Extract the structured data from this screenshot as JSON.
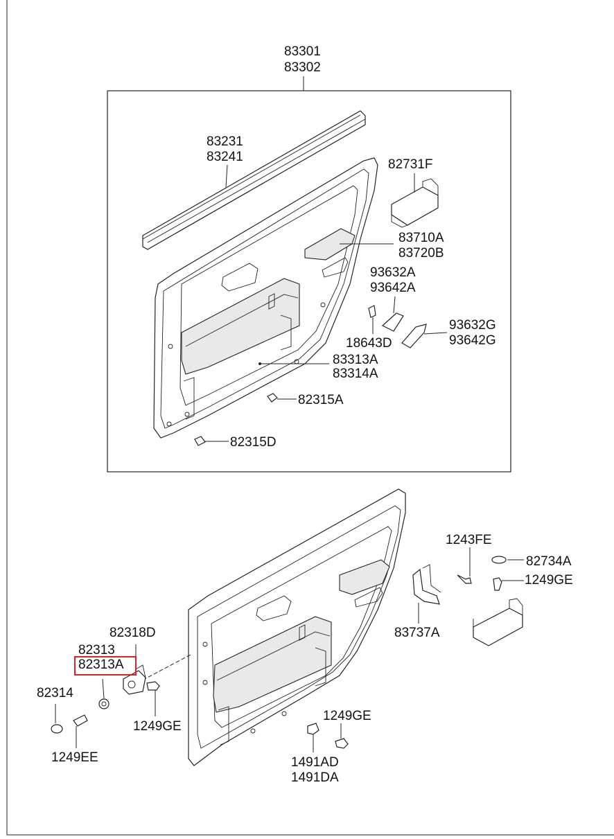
{
  "labels": {
    "l83301": "83301",
    "l83302": "83302",
    "l83231": "83231",
    "l83241": "83241",
    "l82731F": "82731F",
    "l83710A": "83710A",
    "l83720B": "83720B",
    "l93632A": "93632A",
    "l93642A": "93642A",
    "l93632G": "93632G",
    "l93642G": "93642G",
    "l18643D": "18643D",
    "l83313A": "83313A",
    "l83314A": "83314A",
    "l82315A": "82315A",
    "l82315D": "82315D",
    "l1243FE": "1243FE",
    "l82734A": "82734A",
    "l1249GE_a": "1249GE",
    "l83737A": "83737A",
    "l82318D": "82318D",
    "l82313": "82313",
    "l82313A_hl": "82313A",
    "l82314": "82314",
    "l1249GE_b": "1249GE",
    "l1249EE": "1249EE",
    "l1249GE_c": "1249GE",
    "l1491AD": "1491AD",
    "l1491DA": "1491DA"
  },
  "highlight_color": "#e0201c"
}
